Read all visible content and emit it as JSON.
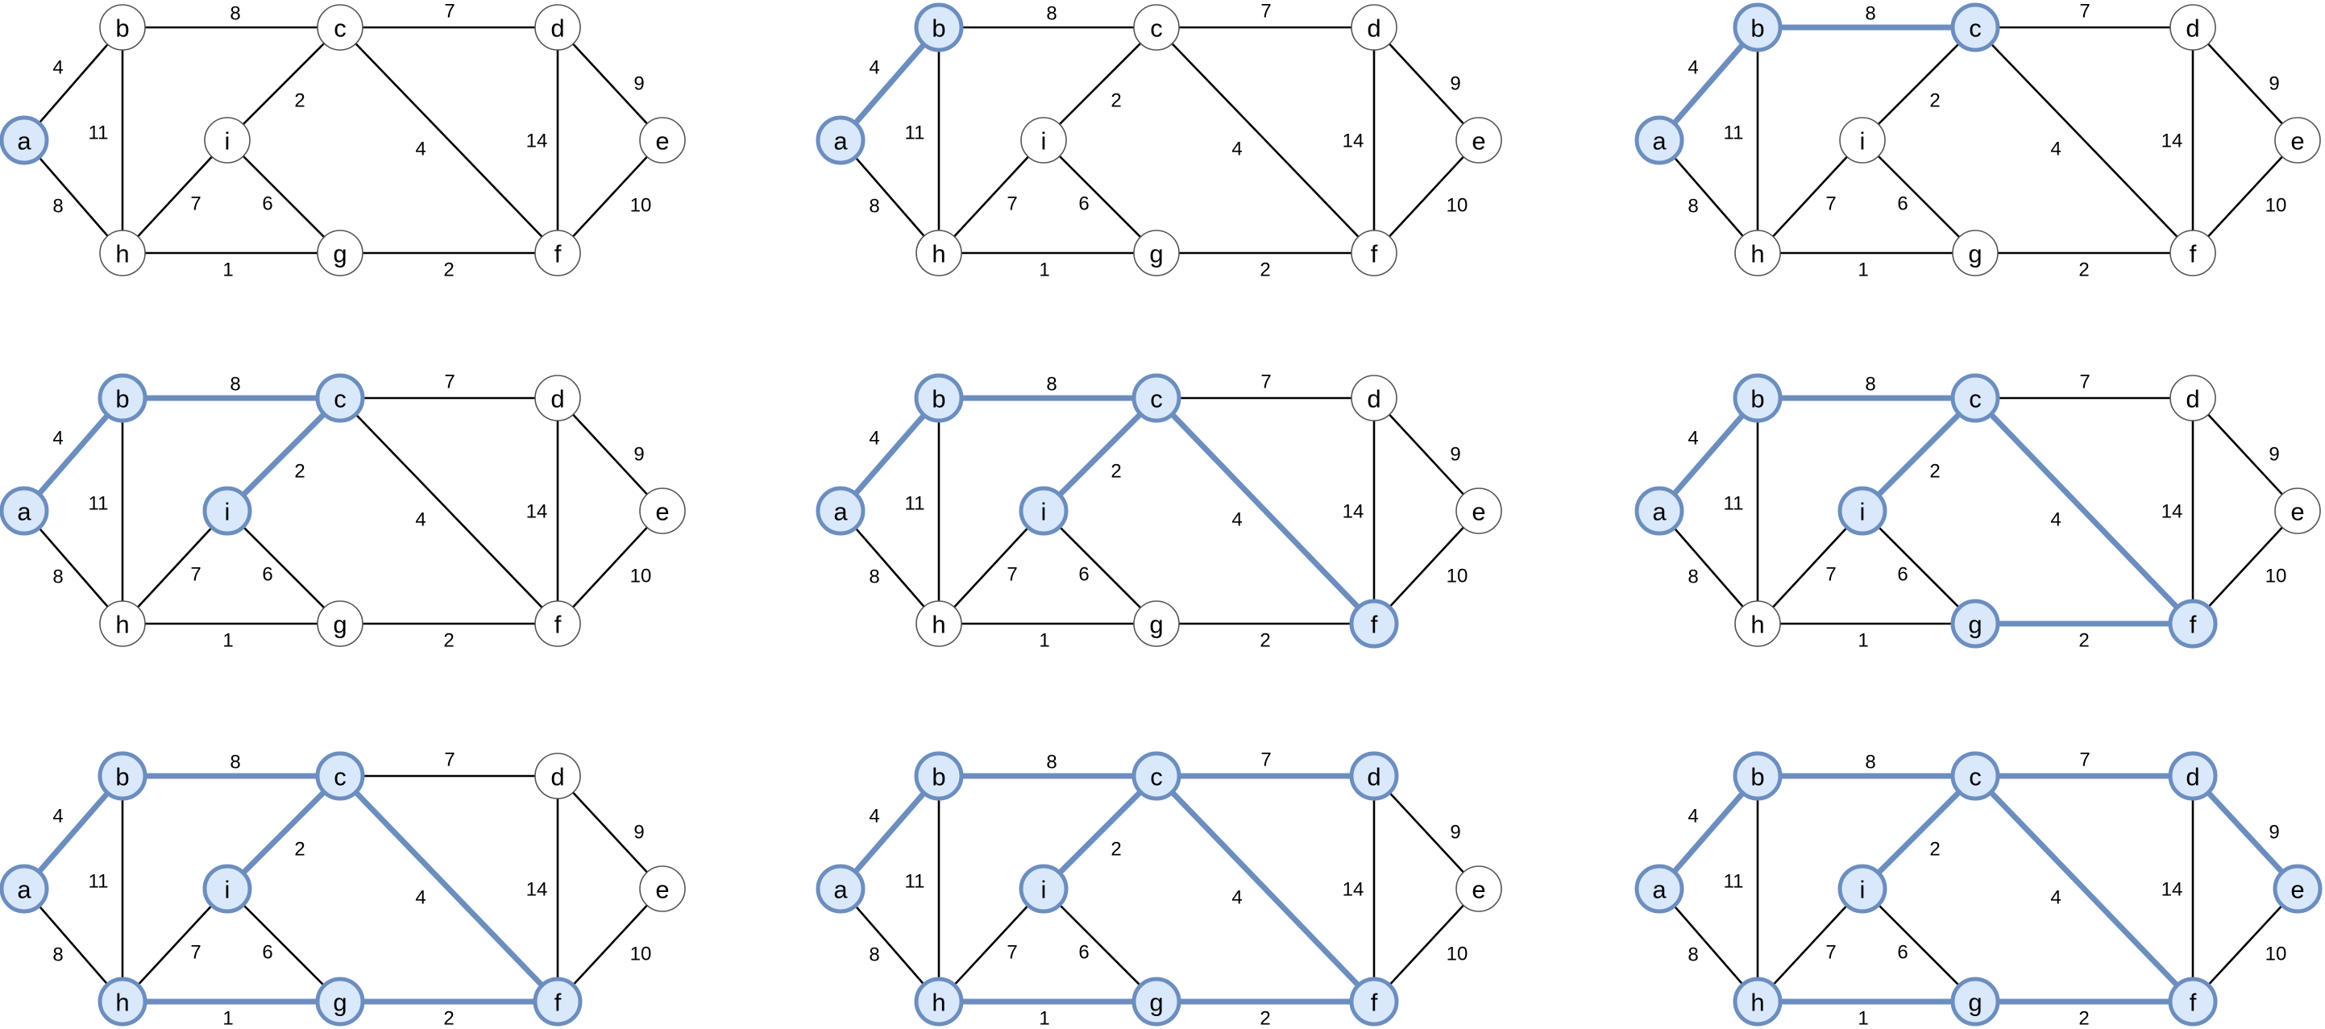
{
  "graph": {
    "nodes": [
      "a",
      "b",
      "c",
      "d",
      "e",
      "f",
      "g",
      "h",
      "i"
    ],
    "edges": [
      {
        "u": "a",
        "v": "b",
        "w": "4"
      },
      {
        "u": "a",
        "v": "h",
        "w": "8"
      },
      {
        "u": "b",
        "v": "c",
        "w": "8"
      },
      {
        "u": "b",
        "v": "h",
        "w": "11"
      },
      {
        "u": "c",
        "v": "d",
        "w": "7"
      },
      {
        "u": "c",
        "v": "i",
        "w": "2"
      },
      {
        "u": "c",
        "v": "f",
        "w": "4"
      },
      {
        "u": "d",
        "v": "e",
        "w": "9"
      },
      {
        "u": "d",
        "v": "f",
        "w": "14"
      },
      {
        "u": "e",
        "v": "f",
        "w": "10"
      },
      {
        "u": "f",
        "v": "g",
        "w": "2"
      },
      {
        "u": "g",
        "v": "h",
        "w": "1"
      },
      {
        "u": "g",
        "v": "i",
        "w": "6"
      },
      {
        "u": "h",
        "v": "i",
        "w": "7"
      }
    ]
  },
  "steps": [
    {
      "nodes": [
        "a"
      ],
      "edges": []
    },
    {
      "nodes": [
        "a",
        "b"
      ],
      "edges": [
        "a-b"
      ]
    },
    {
      "nodes": [
        "a",
        "b",
        "c"
      ],
      "edges": [
        "a-b",
        "b-c"
      ]
    },
    {
      "nodes": [
        "a",
        "b",
        "c",
        "i"
      ],
      "edges": [
        "a-b",
        "b-c",
        "c-i"
      ]
    },
    {
      "nodes": [
        "a",
        "b",
        "c",
        "i",
        "f"
      ],
      "edges": [
        "a-b",
        "b-c",
        "c-i",
        "c-f"
      ]
    },
    {
      "nodes": [
        "a",
        "b",
        "c",
        "i",
        "f",
        "g"
      ],
      "edges": [
        "a-b",
        "b-c",
        "c-i",
        "c-f",
        "f-g"
      ]
    },
    {
      "nodes": [
        "a",
        "b",
        "c",
        "i",
        "f",
        "g",
        "h"
      ],
      "edges": [
        "a-b",
        "b-c",
        "c-i",
        "c-f",
        "f-g",
        "g-h"
      ]
    },
    {
      "nodes": [
        "a",
        "b",
        "c",
        "i",
        "f",
        "g",
        "h",
        "d"
      ],
      "edges": [
        "a-b",
        "b-c",
        "c-i",
        "c-f",
        "f-g",
        "g-h",
        "c-d"
      ]
    },
    {
      "nodes": [
        "a",
        "b",
        "c",
        "i",
        "f",
        "g",
        "h",
        "d",
        "e"
      ],
      "edges": [
        "a-b",
        "b-c",
        "c-i",
        "c-f",
        "f-g",
        "g-h",
        "c-d",
        "d-e"
      ]
    }
  ],
  "colors": {
    "highlight_stroke": "#6c8ebf",
    "highlight_fill": "#dae8fc",
    "edge": "#000000",
    "node_stroke": "#555555"
  }
}
